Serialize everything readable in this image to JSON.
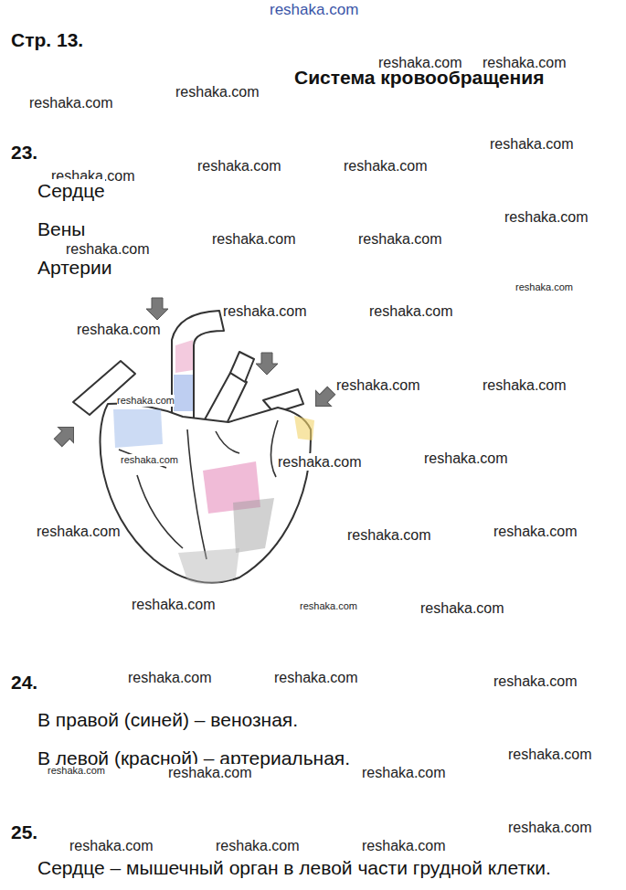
{
  "diagram": {
    "title": "Система кровообращения",
    "labels": [
      "reshaka.com",
      "Стр. 13.",
      "reshaka.com",
      "reshaka.com",
      "reshaka.com",
      "reshaka.com",
      "reshaka.com",
      "23.",
      "reshaka.com",
      "reshaka.com",
      "reshaka.com",
      "Сердце",
      "reshaka.com",
      "Вены",
      "reshaka.com",
      "reshaka.com",
      "reshaka.com",
      "Артерии",
      "reshaka.com",
      "reshaka.com",
      "reshaka.com",
      "reshaka.com",
      "reshaka.com",
      "reshaka.com",
      "reshaka.com",
      "reshaka.com",
      "reshaka.com",
      "reshaka.com",
      "reshaka.com",
      "reshaka.com",
      "reshaka.com",
      "reshaka.com",
      "reshaka.com",
      "reshaka.com",
      "24.",
      "reshaka.com",
      "reshaka.com",
      "reshaka.com",
      "В правой (синей) – венозная.",
      "reshaka.com",
      "В левой (красной) – артериальная.",
      "reshaka.com",
      "reshaka.com",
      "reshaka.com",
      "25.",
      "reshaka.com",
      "reshaka.com",
      "reshaka.com",
      "reshaka.com",
      "Сердце – мышечный орган в левой части грудной клетки."
    ]
  }
}
